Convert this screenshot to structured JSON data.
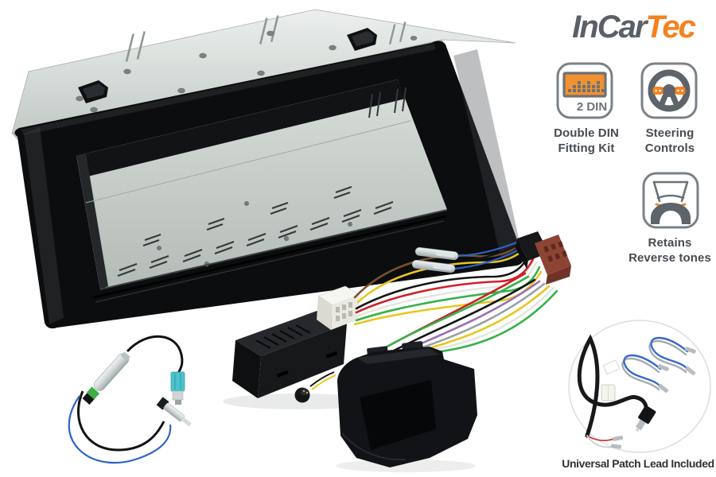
{
  "brand": {
    "name_part_gray": "InCar",
    "name_part_orange": "Tec",
    "gray_color": "#5a6066",
    "orange_color": "#f5821f"
  },
  "features": [
    {
      "icon": "double-din-radio-icon",
      "badge": "2 DIN",
      "line1": "Double DIN",
      "line2": "Fitting Kit"
    },
    {
      "icon": "steering-wheel-icon",
      "line1": "Steering",
      "line2": "Controls"
    },
    {
      "icon": "car-reverse-sensor-icon",
      "line1": "Retains",
      "line2": "Reverse tones"
    }
  ],
  "patch_lead": {
    "caption": "Universal Patch Lead Included"
  },
  "photo_parts": [
    "double-din-metal-cage",
    "gloss-black-fascia-frame",
    "aerial-antenna-adapter",
    "steering-control-interface-box",
    "wiring-harness",
    "quadlock-connector",
    "iso-connectors",
    "crimp-terminals",
    "microphone-connector",
    "universal-patch-lead"
  ],
  "colors": {
    "metal": "#c9d1cd",
    "fascia_black": "#0c0d0e",
    "iso_maroon": "#8e4434",
    "wire_yellow": "#e8c71f",
    "wire_green": "#36b24a",
    "wire_red": "#cf2026",
    "wire_purple": "#9a6fb5",
    "wire_blue": "#2e62c8",
    "fakra_teal": "#4cc3cd"
  }
}
